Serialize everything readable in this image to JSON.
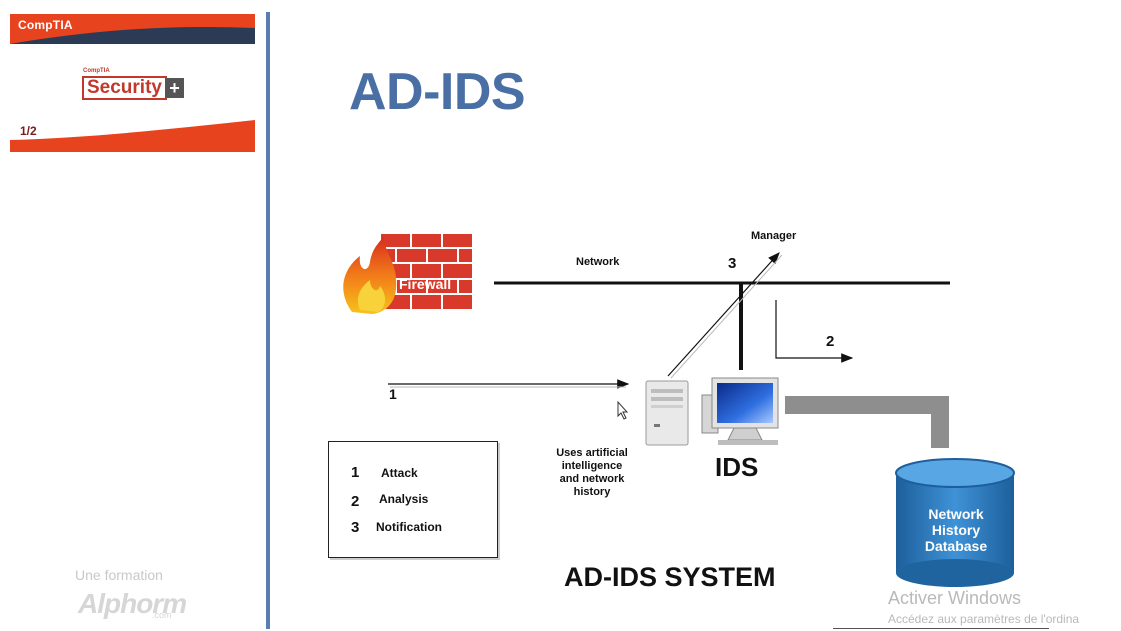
{
  "sidebar": {
    "brand": "CompTIA",
    "logo_small": "CompTIA",
    "logo_word": "Security",
    "logo_plus": "+",
    "page_indicator": "1/2",
    "footer_line1": "Une formation",
    "footer_brand": "Alphorm",
    "footer_domain": ".com"
  },
  "slide": {
    "title": "AD-IDS"
  },
  "diagram": {
    "firewall_label": "Firewall",
    "network_label": "Network",
    "manager_label": "Manager",
    "step3_label": "3",
    "step2_label": "2",
    "step1_label": "1",
    "ai_note": [
      "Uses artificial",
      "intelligence",
      "and network",
      "history"
    ],
    "ids_label": "IDS",
    "db_label": [
      "Network",
      "History",
      "Database"
    ],
    "system_caption": "AD-IDS SYSTEM",
    "legend": [
      {
        "num": "1",
        "text": "Attack"
      },
      {
        "num": "2",
        "text": "Analysis"
      },
      {
        "num": "3",
        "text": "Notification"
      }
    ]
  },
  "overlay": {
    "activate_title": "Activer Windows",
    "activate_sub": "Accédez aux paramètres de l'ordina"
  },
  "colors": {
    "title": "#4a6fa5",
    "divider": "#5b7db1",
    "banner_red": "#e8431f",
    "banner_dark": "#2b3a55",
    "brick": "#d9392b",
    "db_blue": "#2e7cc0"
  }
}
